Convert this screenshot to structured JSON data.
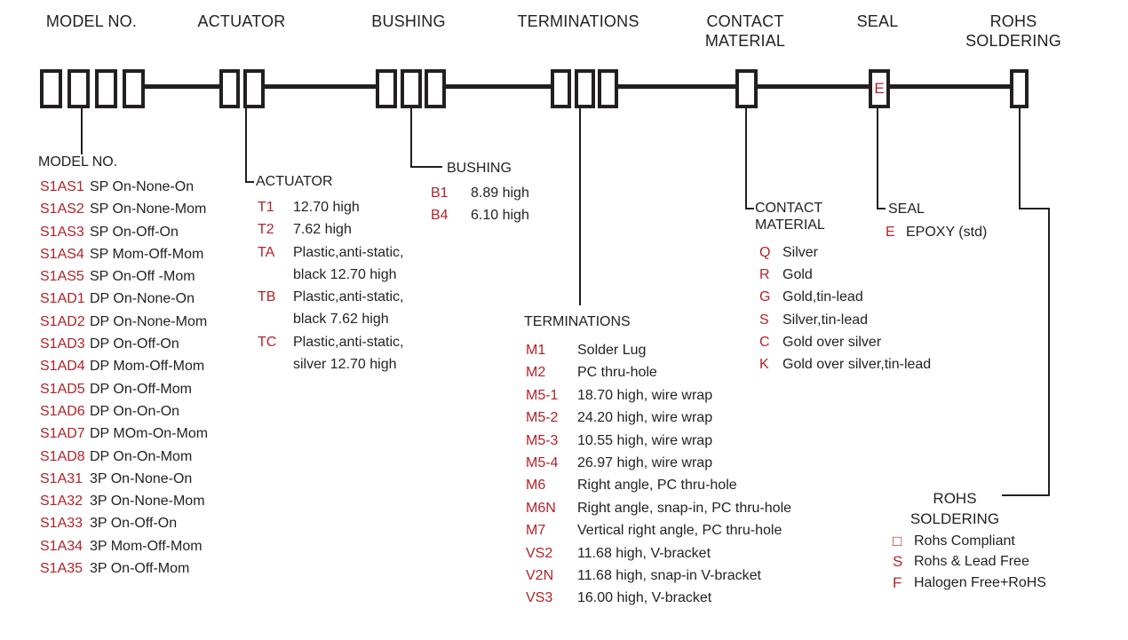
{
  "colors": {
    "red": "#b2222a",
    "ink": "#231f20"
  },
  "headers": {
    "model": "MODEL NO.",
    "actuator": "ACTUATOR",
    "bushing": "BUSHING",
    "terminations": "TERMINATIONS",
    "contact": "CONTACT\nMATERIAL",
    "seal": "SEAL",
    "rohs": "ROHS\nSOLDERING"
  },
  "spine": {
    "seal_code": "E"
  },
  "sections": {
    "model": {
      "title": "MODEL NO.",
      "items": [
        {
          "code": "S1AS1",
          "desc": "SP On-None-On"
        },
        {
          "code": "S1AS2",
          "desc": "SP On-None-Mom"
        },
        {
          "code": "S1AS3",
          "desc": "SP On-Off-On"
        },
        {
          "code": "S1AS4",
          "desc": "SP Mom-Off-Mom"
        },
        {
          "code": "S1AS5",
          "desc": "SP On-Off -Mom"
        },
        {
          "code": "S1AD1",
          "desc": "DP On-None-On"
        },
        {
          "code": "S1AD2",
          "desc": "DP On-None-Mom"
        },
        {
          "code": "S1AD3",
          "desc": "DP On-Off-On"
        },
        {
          "code": "S1AD4",
          "desc": "DP Mom-Off-Mom"
        },
        {
          "code": "S1AD5",
          "desc": "DP On-Off-Mom"
        },
        {
          "code": "S1AD6",
          "desc": "DP On-On-On"
        },
        {
          "code": "S1AD7",
          "desc": "DP MOm-On-Mom"
        },
        {
          "code": "S1AD8",
          "desc": "DP On-On-Mom"
        },
        {
          "code": "S1A31",
          "desc": "3P On-None-On"
        },
        {
          "code": "S1A32",
          "desc": "3P On-None-Mom"
        },
        {
          "code": "S1A33",
          "desc": "3P On-Off-On"
        },
        {
          "code": "S1A34",
          "desc": "3P Mom-Off-Mom"
        },
        {
          "code": "S1A35",
          "desc": "3P On-Off-Mom"
        }
      ]
    },
    "actuator": {
      "title": "ACTUATOR",
      "items": [
        {
          "code": "T1",
          "desc": "12.70 high"
        },
        {
          "code": "T2",
          "desc": "7.62 high"
        },
        {
          "code": "TA",
          "desc": "Plastic,anti-static,"
        },
        {
          "code": "",
          "desc": "black 12.70 high"
        },
        {
          "code": "TB",
          "desc": "Plastic,anti-static,"
        },
        {
          "code": "",
          "desc": "black 7.62 high"
        },
        {
          "code": "TC",
          "desc": "Plastic,anti-static,"
        },
        {
          "code": "",
          "desc": "silver 12.70 high"
        }
      ]
    },
    "bushing": {
      "title": "BUSHING",
      "items": [
        {
          "code": "B1",
          "desc": "8.89 high"
        },
        {
          "code": "B4",
          "desc": "6.10 high"
        }
      ]
    },
    "terminations": {
      "title": "TERMINATIONS",
      "items": [
        {
          "code": "M1",
          "desc": "Solder Lug"
        },
        {
          "code": "M2",
          "desc": "PC thru-hole"
        },
        {
          "code": "M5-1",
          "desc": "18.70 high, wire wrap"
        },
        {
          "code": "M5-2",
          "desc": "24.20 high, wire wrap"
        },
        {
          "code": "M5-3",
          "desc": "10.55 high, wire wrap"
        },
        {
          "code": "M5-4",
          "desc": "26.97 high, wire wrap"
        },
        {
          "code": "M6",
          "desc": "Right angle, PC thru-hole"
        },
        {
          "code": "M6N",
          "desc": "Right angle, snap-in, PC thru-hole"
        },
        {
          "code": "M7",
          "desc": "Vertical right angle, PC thru-hole"
        },
        {
          "code": "VS2",
          "desc": "11.68 high, V-bracket"
        },
        {
          "code": "V2N",
          "desc": "11.68 high, snap-in V-bracket"
        },
        {
          "code": "VS3",
          "desc": "16.00 high, V-bracket"
        }
      ]
    },
    "contact": {
      "title": "CONTACT\nMATERIAL",
      "items": [
        {
          "code": "Q",
          "desc": "Silver"
        },
        {
          "code": "R",
          "desc": "Gold"
        },
        {
          "code": "G",
          "desc": "Gold,tin-lead"
        },
        {
          "code": "S",
          "desc": "Silver,tin-lead"
        },
        {
          "code": "C",
          "desc": "Gold over silver"
        },
        {
          "code": "K",
          "desc": "Gold over silver,tin-lead"
        }
      ]
    },
    "seal": {
      "title": "SEAL",
      "items": [
        {
          "code": "E",
          "desc": "EPOXY (std)"
        }
      ]
    },
    "rohs": {
      "title": "ROHS\nSOLDERING",
      "items": [
        {
          "code": "□",
          "desc": "Rohs Compliant"
        },
        {
          "code": "S",
          "desc": "Rohs & Lead Free"
        },
        {
          "code": "F",
          "desc": "Halogen Free+RoHS"
        }
      ]
    }
  }
}
